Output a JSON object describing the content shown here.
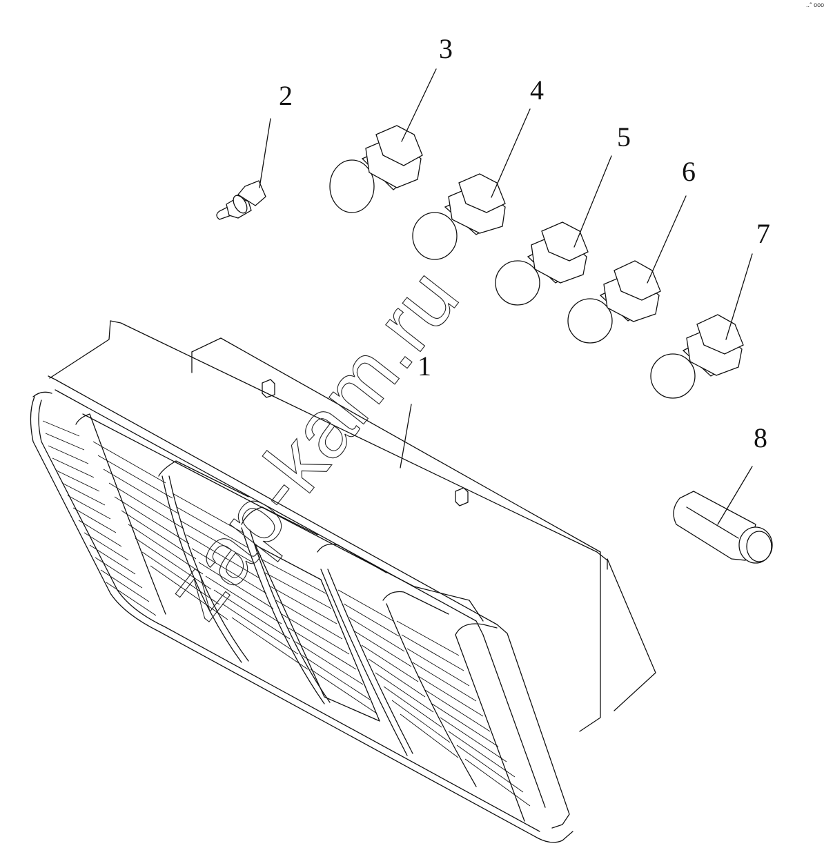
{
  "watermark": "zap-kam.ru",
  "corner_mark": "..° ooo",
  "labels": [
    "1",
    "2",
    "3",
    "4",
    "5",
    "6",
    "7",
    "8"
  ],
  "parts": [
    {
      "id": "1",
      "name": "lamp-housing"
    },
    {
      "id": "2",
      "name": "small-wedge-bulb"
    },
    {
      "id": "3",
      "name": "bulb-with-socket"
    },
    {
      "id": "4",
      "name": "bulb-with-socket"
    },
    {
      "id": "5",
      "name": "bulb-with-socket"
    },
    {
      "id": "6",
      "name": "bulb-with-socket"
    },
    {
      "id": "7",
      "name": "bulb-with-socket"
    },
    {
      "id": "8",
      "name": "festoon-bulb"
    }
  ]
}
